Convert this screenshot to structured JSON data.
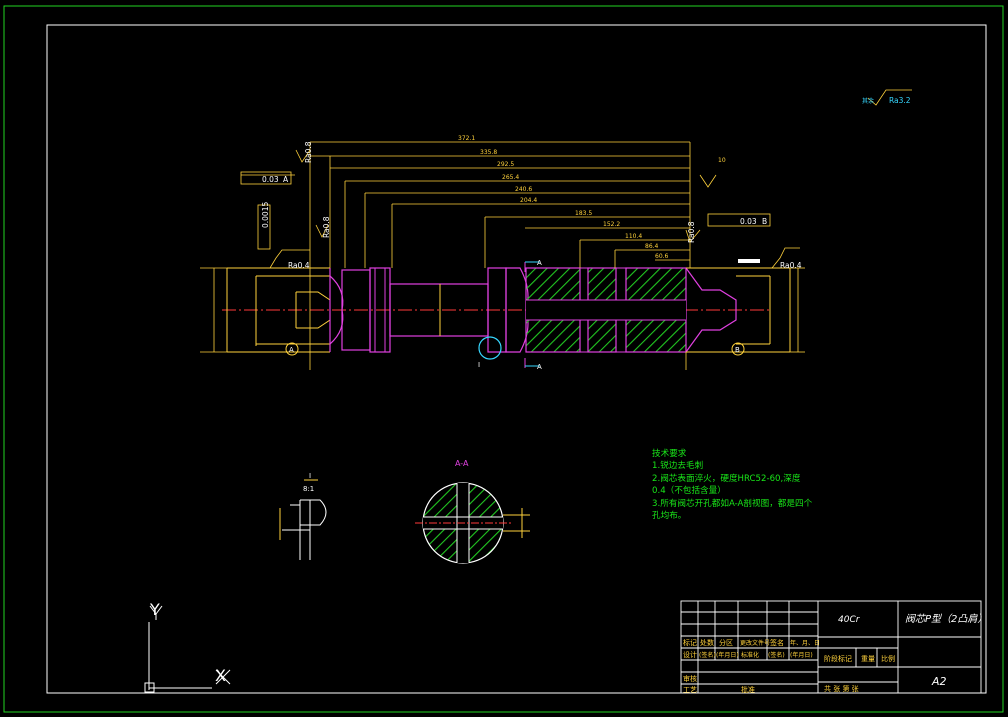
{
  "colors": {
    "border": "#22d422",
    "frame": "#ffffff",
    "dimension": "#ffd23c",
    "part": "#e040e0",
    "hatch": "#22c822",
    "centerline": "#ff3a3a",
    "highlight": "#36d7ff",
    "note": "#19e619",
    "ucs": "#ffffff"
  },
  "drawing": {
    "roughness_global": "Ra3.2",
    "roughness_global_prefix": "其余",
    "dims_top": [
      "372.1",
      "335.8",
      "292.5",
      "265.4",
      "240.6",
      "204.4",
      "183.5",
      "152.2",
      "110.4",
      "86.4",
      "60.6",
      "10"
    ],
    "roughness_marks": [
      "Ra0.8",
      "Ra0.8",
      "Ra0.4",
      "Ra0.8",
      "Ra0.4"
    ],
    "tolerance_left": [
      "0.03",
      "A"
    ],
    "tolerance_right": [
      "0.03",
      "B"
    ],
    "tolerance_vert": "0.0015",
    "datum_left": "A",
    "datum_right": "B",
    "section_marker": "A",
    "detail_marker": "I",
    "detail_label": "I",
    "detail_scale": "8:1",
    "section_title": "A-A"
  },
  "notes": {
    "heading": "技术要求",
    "items": [
      "1.锐边去毛刺",
      "2.阀芯表面淬火，硬度HRC52-60,深度",
      "0.4（不包括含量）",
      "3.所有阀芯开孔都如A-A剖视图，都是四个",
      "孔均布。"
    ]
  },
  "title_block": {
    "material": "40Cr",
    "part_name": "阀芯P型（2凸肩）",
    "sheet_size": "A2",
    "row1": [
      "标记",
      "处数",
      "分区",
      "更改文件号",
      "签名",
      "年、月、日"
    ],
    "row2": [
      "设计",
      "(签名)",
      "(年月日)",
      "标准化",
      "(签名)",
      "(年月日)"
    ],
    "row2b": [
      "阶段标记",
      "重量",
      "比例"
    ],
    "row3": [
      "审核"
    ],
    "row4": [
      "工艺",
      "批准"
    ],
    "sheets": "共  张  第  张"
  },
  "ucs": {
    "x_label": "X",
    "y_label": "Y"
  }
}
